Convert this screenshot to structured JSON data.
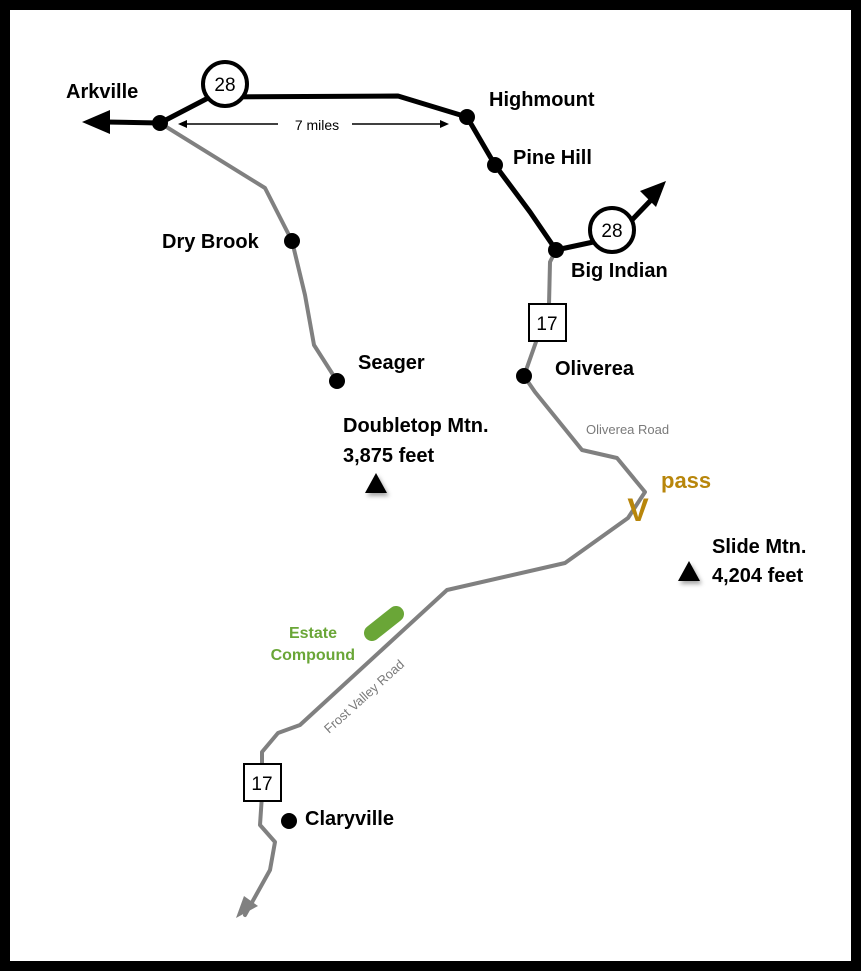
{
  "colors": {
    "main_road": "#000000",
    "secondary_road": "#808080",
    "pass": "#b8860b",
    "estate": "#6aa637",
    "road_label": "#7a7a7a"
  },
  "towns": {
    "arkville": "Arkville",
    "highmount": "Highmount",
    "pine_hill": "Pine Hill",
    "dry_brook": "Dry Brook",
    "big_indian": "Big Indian",
    "seager": "Seager",
    "oliverea": "Oliverea",
    "claryville": "Claryville"
  },
  "routes": {
    "route_28": "28",
    "route_17": "17"
  },
  "distance_label": "7 miles",
  "roads": {
    "oliverea_road": "Oliverea Road",
    "frost_valley_road": "Frost Valley Road"
  },
  "pass": {
    "symbol": "V",
    "label": "pass"
  },
  "mountains": {
    "doubletop_name": "Doubletop Mtn.",
    "doubletop_elevation": "3,875 feet",
    "slide_name": "Slide Mtn.",
    "slide_elevation": "4,204 feet"
  },
  "estate": {
    "line1": "Estate",
    "line2": "Compound"
  }
}
